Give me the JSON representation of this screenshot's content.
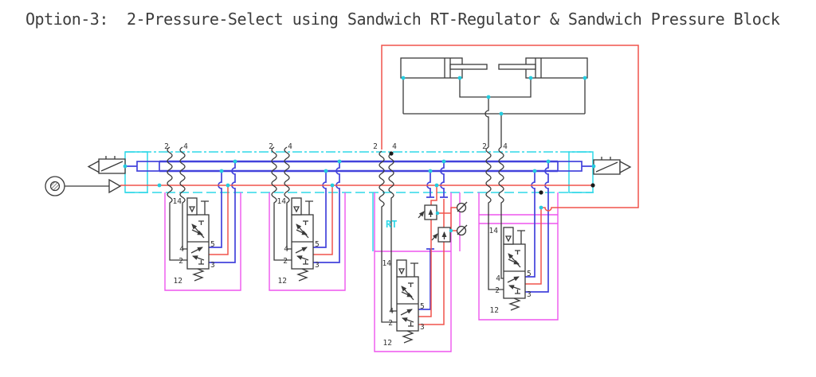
{
  "title": "Option-3:  2-Pressure-Select using Sandwich RT-Regulator & Sandwich Pressure Block",
  "manifold": {
    "rt_label": "RT",
    "work_port_a": "2",
    "work_port_b": "4"
  },
  "valve_ports": {
    "pilot": "14",
    "out_a": "4",
    "out_b": "2",
    "exhaust_a": "5",
    "exhaust_b": "3",
    "spring_pilot": "12"
  },
  "colors": {
    "line": "#3a3a3a",
    "red": "#f0544c",
    "blue": "#4343dc",
    "cyan": "#2fd8e8",
    "magenta": "#ee55ee"
  }
}
